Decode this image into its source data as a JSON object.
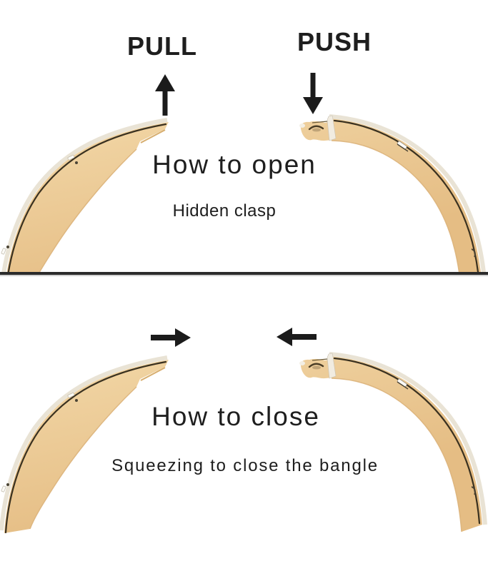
{
  "canvas": {
    "background": "#ffffff"
  },
  "colors": {
    "text": "#1e1e1e",
    "arrows": "#1b1b1b",
    "divider": "#2b2b2b",
    "bangle_gold": "#eccb97",
    "bangle_gold_light": "#f4dcae",
    "bangle_gold_shadow": "#dfb67c",
    "bangle_silver_edge": "#e9e3d5",
    "bangle_dark_line": "#3a3120"
  },
  "icons": {
    "pull_direction": "arrow-up-icon",
    "push_direction": "arrow-down-icon",
    "squeeze_from_left": "arrow-right-icon",
    "squeeze_from_right": "arrow-left-icon"
  },
  "top_panel": {
    "pull_label": "PULL",
    "push_label": "PUSH",
    "title": "How to open",
    "subtitle": "Hidden clasp"
  },
  "bottom_panel": {
    "title": "How to close",
    "subtitle": "Squeezing to close the bangle"
  }
}
